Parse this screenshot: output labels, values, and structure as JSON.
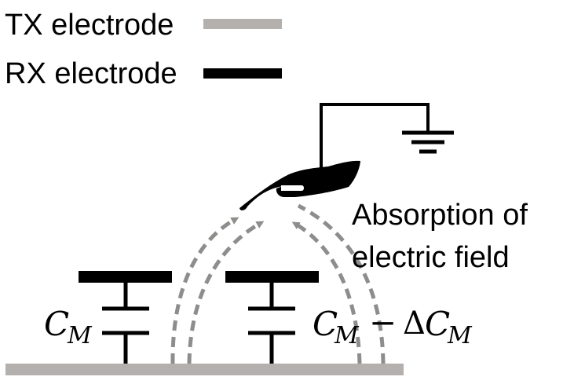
{
  "legend": {
    "tx_label": "TX electrode",
    "rx_label": "RX electrode",
    "tx_color": "#b3b0ae",
    "rx_color": "#000000"
  },
  "annotation": {
    "line1": "Absorption of",
    "line2": "electric field"
  },
  "capacitors": {
    "left": {
      "symbol": "C",
      "subscript": "M"
    },
    "right": {
      "symbol": "C",
      "subscript": "M",
      "operator": "−",
      "delta": "Δ",
      "delta_symbol": "C",
      "delta_subscript": "M"
    }
  },
  "icons": {
    "ground": "ground-icon",
    "finger": "finger-icon"
  },
  "colors": {
    "field_line": "#8f8d8b",
    "tx_electrode": "#b3b0ae",
    "rx_electrode": "#000000"
  }
}
